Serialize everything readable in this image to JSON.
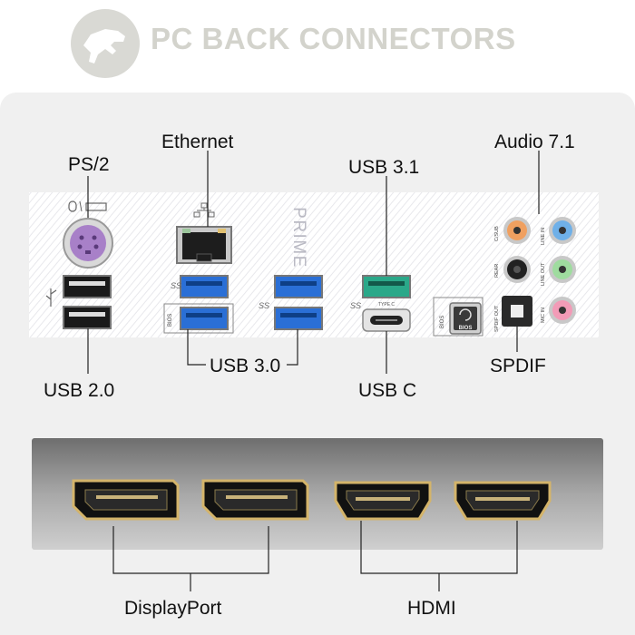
{
  "header": {
    "title": "PC BACK CONNECTORS"
  },
  "labels": {
    "ps2": "PS/2",
    "ethernet": "Ethernet",
    "usb31": "USB 3.1",
    "audio": "Audio 7.1",
    "usb20": "USB 2.0",
    "usb30": "USB 3.0",
    "usbc": "USB C",
    "spdif": "SPDIF",
    "displayport": "DisplayPort",
    "hdmi": "HDMI"
  },
  "panel": {
    "brand": "PRIME",
    "type_c": "TYPE C",
    "bios": "BIOS",
    "bios_button": "BIOS",
    "audio_jacks": [
      "C/SUB",
      "LINE IN",
      "REAR",
      "LINE OUT",
      "SPDIF OUT",
      "MIC IN"
    ]
  },
  "colors": {
    "background": "#f0f0f0",
    "usb30_port": "#2a6fd6",
    "usb31_port": "#2aa889",
    "jack_orange": "#f0a060",
    "jack_blue": "#6fb0e8",
    "jack_black": "#222222",
    "jack_green": "#9fdc9f",
    "jack_pink": "#f29bb7",
    "ps2_purple": "#a880c8",
    "connector_gold": "#d4b46a"
  }
}
